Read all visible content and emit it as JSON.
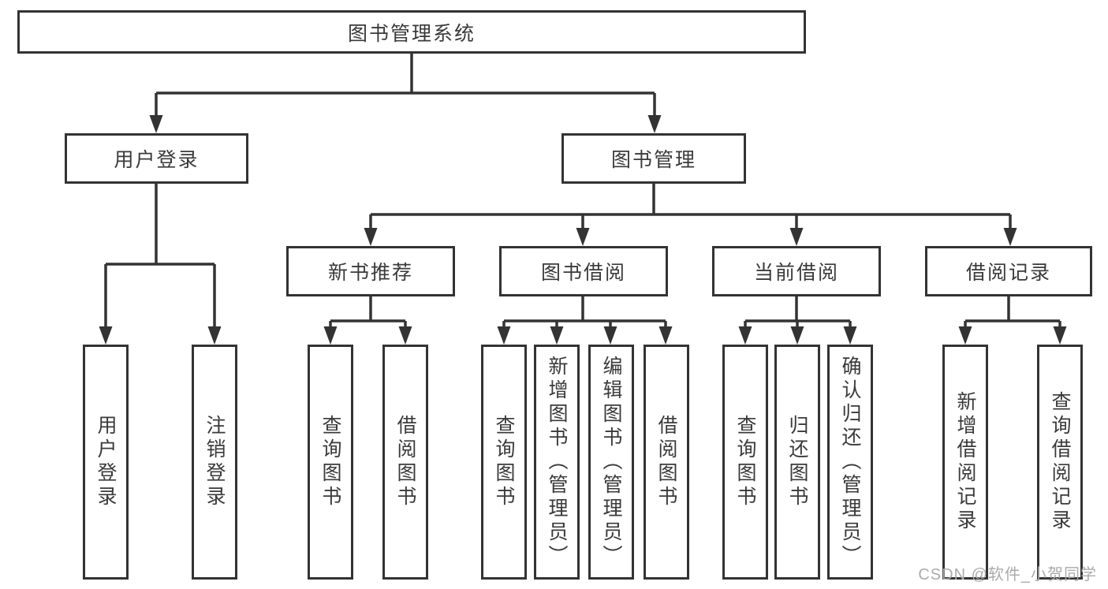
{
  "title": "图书管理系统",
  "colors": {
    "line": "#333333",
    "text": "#3a3a3a",
    "background": "#ffffff",
    "watermark": "#ababab"
  },
  "tree": {
    "root": {
      "label": "图书管理系统"
    },
    "branches": [
      {
        "label": "用户登录",
        "children": [
          {
            "label": "用户登录"
          },
          {
            "label": "注销登录"
          }
        ]
      },
      {
        "label": "图书管理",
        "groups": [
          {
            "label": "新书推荐",
            "children": [
              {
                "label": "查询图书"
              },
              {
                "label": "借阅图书"
              }
            ]
          },
          {
            "label": "图书借阅",
            "children": [
              {
                "label": "查询图书"
              },
              {
                "label": "新增图书（管理员）"
              },
              {
                "label": "编辑图书（管理员）"
              },
              {
                "label": "借阅图书"
              }
            ]
          },
          {
            "label": "当前借阅",
            "children": [
              {
                "label": "查询图书"
              },
              {
                "label": "归还图书"
              },
              {
                "label": "确认归还（管理员）"
              }
            ]
          },
          {
            "label": "借阅记录",
            "children": [
              {
                "label": "新增借阅记录"
              },
              {
                "label": "查询借阅记录"
              }
            ]
          }
        ]
      }
    ]
  },
  "watermark": {
    "text": "CSDN @软件_小贺同学"
  }
}
